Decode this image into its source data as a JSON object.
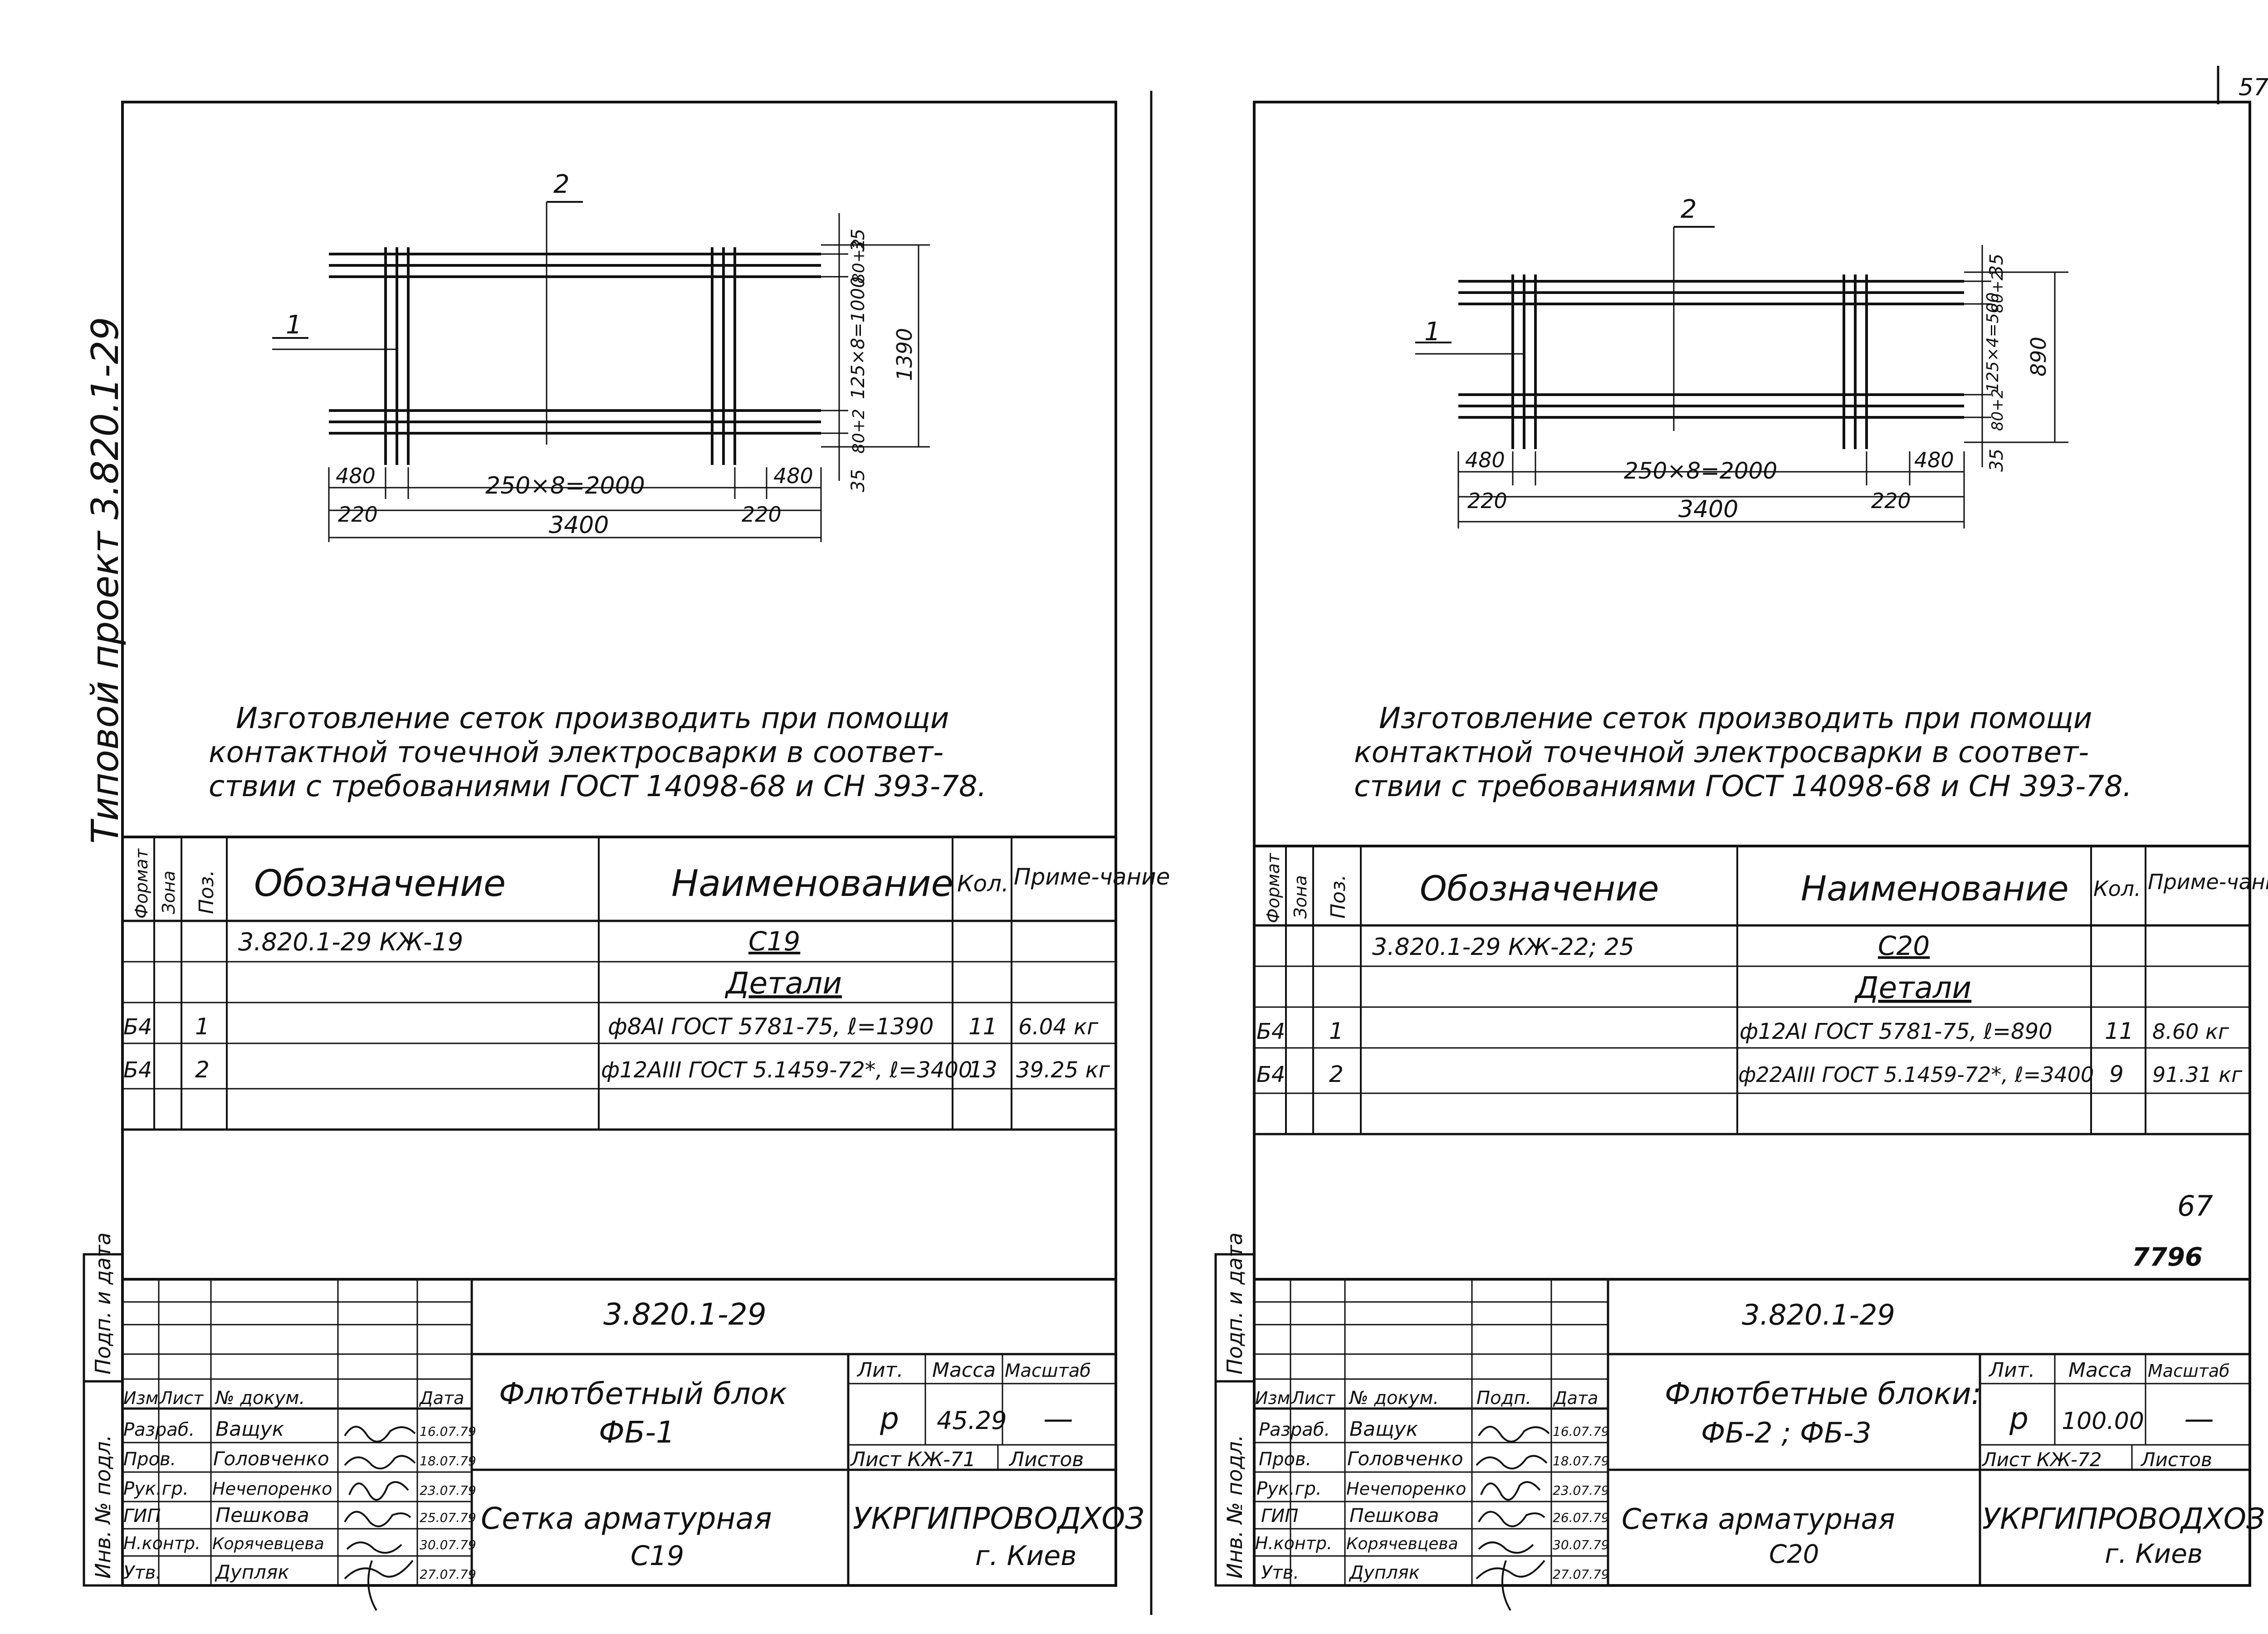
{
  "page": {
    "page_number_top": "57",
    "vertical_project_title": "Типовой проект 3.820.1-29",
    "margin_label_signature": "Подп. и дата",
    "margin_label_inventory": "Инв. № подл.",
    "stamp_number": "67",
    "archive_number": "7796"
  },
  "sheets": [
    {
      "drawing": {
        "position_1": "1",
        "position_2": "2",
        "dim_left_480": "480",
        "dim_spacing": "250×8=2000",
        "dim_right_480": "480",
        "dim_left_220": "220",
        "dim_total": "3400",
        "dim_right_220": "220",
        "dim_top_35": "35",
        "dim_top_80": "80+2",
        "dim_mid": "125×8=1000",
        "dim_bottom_80": "80+2",
        "dim_bottom_35": "35",
        "dim_height": "1390"
      },
      "note_lines": [
        "Изготовление сеток производить при помощи",
        "контактной точечной электросварки в соответ-",
        "ствии с требованиями ГОСТ 14098-68 и СН 393-78."
      ],
      "spec": {
        "headers": {
          "format": "Формат",
          "zone": "Зона",
          "pos": "Поз.",
          "designation": "Обозначение",
          "name": "Наименование",
          "qty": "Кол.",
          "note": "Приме-чание"
        },
        "rows": [
          {
            "format": "",
            "zone": "",
            "pos": "",
            "designation": "3.820.1-29      КЖ-19",
            "name": "С19",
            "qty": "",
            "note": ""
          },
          {
            "format": "",
            "zone": "",
            "pos": "",
            "designation": "",
            "name": "Детали",
            "qty": "",
            "note": ""
          },
          {
            "format": "Б4",
            "zone": "",
            "pos": "1",
            "designation": "",
            "name": "ф8АI ГОСТ 5781-75, ℓ=1390",
            "qty": "11",
            "note": "6.04 кг"
          },
          {
            "format": "Б4",
            "zone": "",
            "pos": "2",
            "designation": "",
            "name": "ф12АIII ГОСТ 5.1459-72*, ℓ=3400",
            "qty": "13",
            "note": "39.25 кг"
          },
          {
            "format": "",
            "zone": "",
            "pos": "",
            "designation": "",
            "name": "",
            "qty": "",
            "note": ""
          }
        ]
      },
      "title_block": {
        "code": "3.820.1-29",
        "block_title_1": "Флютбетный блок",
        "block_title_2": "ФБ-1",
        "sheet_title_1": "Сетка арматурная",
        "sheet_title_2": "С19",
        "lit_label": "Лит.",
        "mass_label": "Масса",
        "scale_label": "Масштаб",
        "lit_value": "р",
        "mass_value": "45.29",
        "scale_value": "—",
        "sheet_label": "Лист КЖ-71",
        "sheets_label": "Листов",
        "org_1": "УКРГИПРОВОДХОЗ",
        "org_2": "г. Киев",
        "col_izm": "Изм",
        "col_list": "Лист",
        "col_doc": "№ докум.",
        "col_sign": "",
        "col_date": "Дата",
        "signers": [
          {
            "role": "Разраб.",
            "name": "Ващук",
            "date": "16.07.79"
          },
          {
            "role": "Пров.",
            "name": "Головченко",
            "date": "18.07.79"
          },
          {
            "role": "Рук.гр.",
            "name": "Нечепоренко",
            "date": "23.07.79"
          },
          {
            "role": "ГИП",
            "name": "Пешкова",
            "date": "25.07.79"
          },
          {
            "role": "Н.контр.",
            "name": "Корячевцева",
            "date": "30.07.79"
          },
          {
            "role": "Утв.",
            "name": "Дупляк",
            "date": "27.07.79"
          }
        ]
      }
    },
    {
      "drawing": {
        "position_1": "1",
        "position_2": "2",
        "dim_left_480": "480",
        "dim_spacing": "250×8=2000",
        "dim_right_480": "480",
        "dim_left_220": "220",
        "dim_total": "3400",
        "dim_right_220": "220",
        "dim_top_35": "35",
        "dim_top_80": "80+2",
        "dim_mid": "125×4=500",
        "dim_bottom_80": "80+2",
        "dim_bottom_35": "35",
        "dim_height": "890"
      },
      "note_lines": [
        "Изготовление сеток производить при помощи",
        "контактной точечной электросварки в соответ-",
        "ствии с требованиями ГОСТ 14098-68 и СН 393-78."
      ],
      "spec": {
        "headers": {
          "format": "Формат",
          "zone": "Зона",
          "pos": "Поз.",
          "designation": "Обозначение",
          "name": "Наименование",
          "qty": "Кол.",
          "note": "Приме-чание"
        },
        "rows": [
          {
            "format": "",
            "zone": "",
            "pos": "",
            "designation": "3.820.1-29      КЖ-22; 25",
            "name": "С20",
            "qty": "",
            "note": ""
          },
          {
            "format": "",
            "zone": "",
            "pos": "",
            "designation": "",
            "name": "Детали",
            "qty": "",
            "note": ""
          },
          {
            "format": "Б4",
            "zone": "",
            "pos": "1",
            "designation": "",
            "name": "ф12АI ГОСТ 5781-75, ℓ=890",
            "qty": "11",
            "note": "8.60 кг"
          },
          {
            "format": "Б4",
            "zone": "",
            "pos": "2",
            "designation": "",
            "name": "ф22АIII ГОСТ 5.1459-72*, ℓ=3400",
            "qty": "9",
            "note": "91.31 кг"
          },
          {
            "format": "",
            "zone": "",
            "pos": "",
            "designation": "",
            "name": "",
            "qty": "",
            "note": ""
          }
        ]
      },
      "title_block": {
        "code": "3.820.1-29",
        "block_title_1": "Флютбетные блоки:",
        "block_title_2": "ФБ-2 ; ФБ-3",
        "sheet_title_1": "Сетка арматурная",
        "sheet_title_2": "С20",
        "lit_label": "Лит.",
        "mass_label": "Масса",
        "scale_label": "Масштаб",
        "lit_value": "р",
        "mass_value": "100.00",
        "scale_value": "—",
        "sheet_label": "Лист КЖ-72",
        "sheets_label": "Листов",
        "org_1": "УКРГИПРОВОДХОЗ",
        "org_2": "г. Киев",
        "col_izm": "Изм",
        "col_list": "Лист",
        "col_doc": "№ докум.",
        "col_sign": "Подп.",
        "col_date": "Дата",
        "signers": [
          {
            "role": "Разраб.",
            "name": "Ващук",
            "date": "16.07.79"
          },
          {
            "role": "Пров.",
            "name": "Головченко",
            "date": "18.07.79"
          },
          {
            "role": "Рук.гр.",
            "name": "Нечепоренко",
            "date": "23.07.79"
          },
          {
            "role": "ГИП",
            "name": "Пешкова",
            "date": "26.07.79"
          },
          {
            "role": "Н.контр.",
            "name": "Корячевцева",
            "date": "30.07.79"
          },
          {
            "role": "Утв.",
            "name": "Дупляк",
            "date": "27.07.79"
          }
        ]
      }
    }
  ]
}
